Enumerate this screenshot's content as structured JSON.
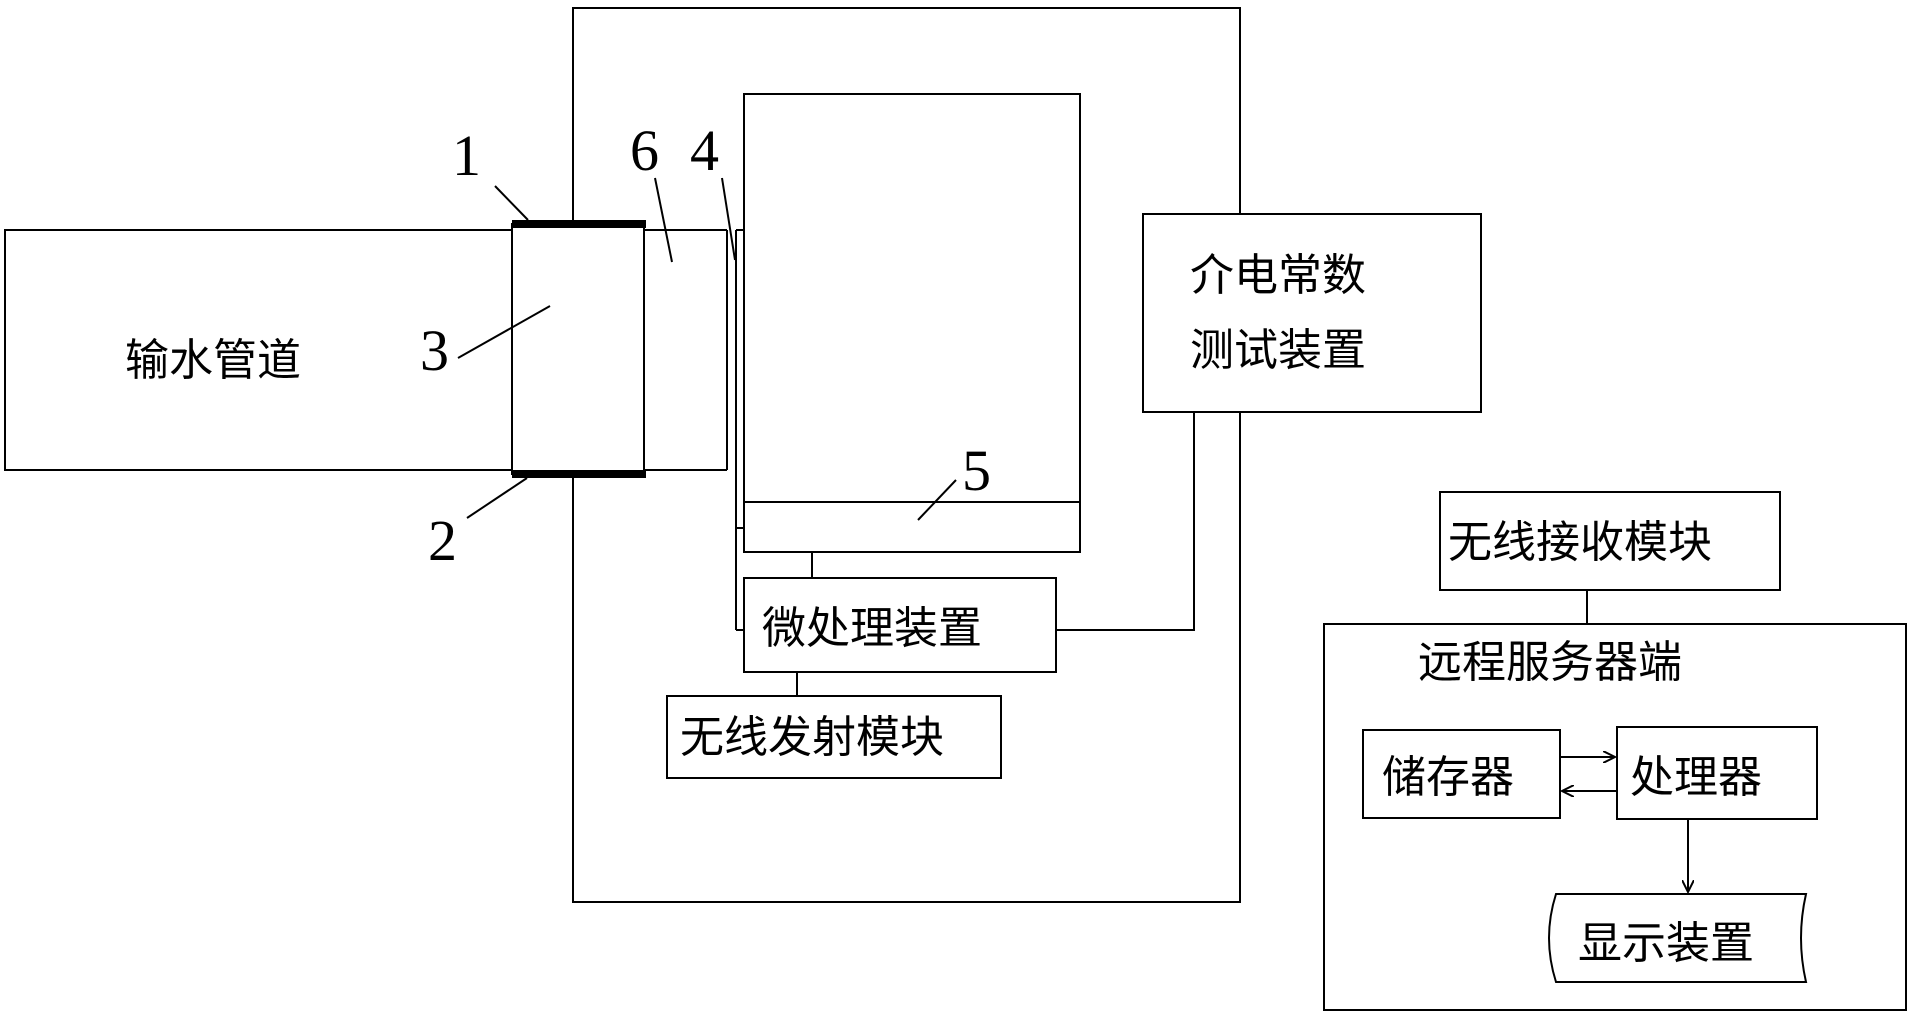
{
  "labels": {
    "pipe": "输水管道",
    "dielectric_line1": "介电常数",
    "dielectric_line2": "测试装置",
    "microprocessor": "微处理装置",
    "wireless_transmit": "无线发射模块",
    "wireless_receive": "无线接收模块",
    "remote_server": "远程服务器端",
    "storage": "储存器",
    "processor": "处理器",
    "display": "显示装置"
  },
  "numbers": {
    "n1": "1",
    "n2": "2",
    "n3": "3",
    "n4": "4",
    "n5": "5",
    "n6": "6"
  }
}
